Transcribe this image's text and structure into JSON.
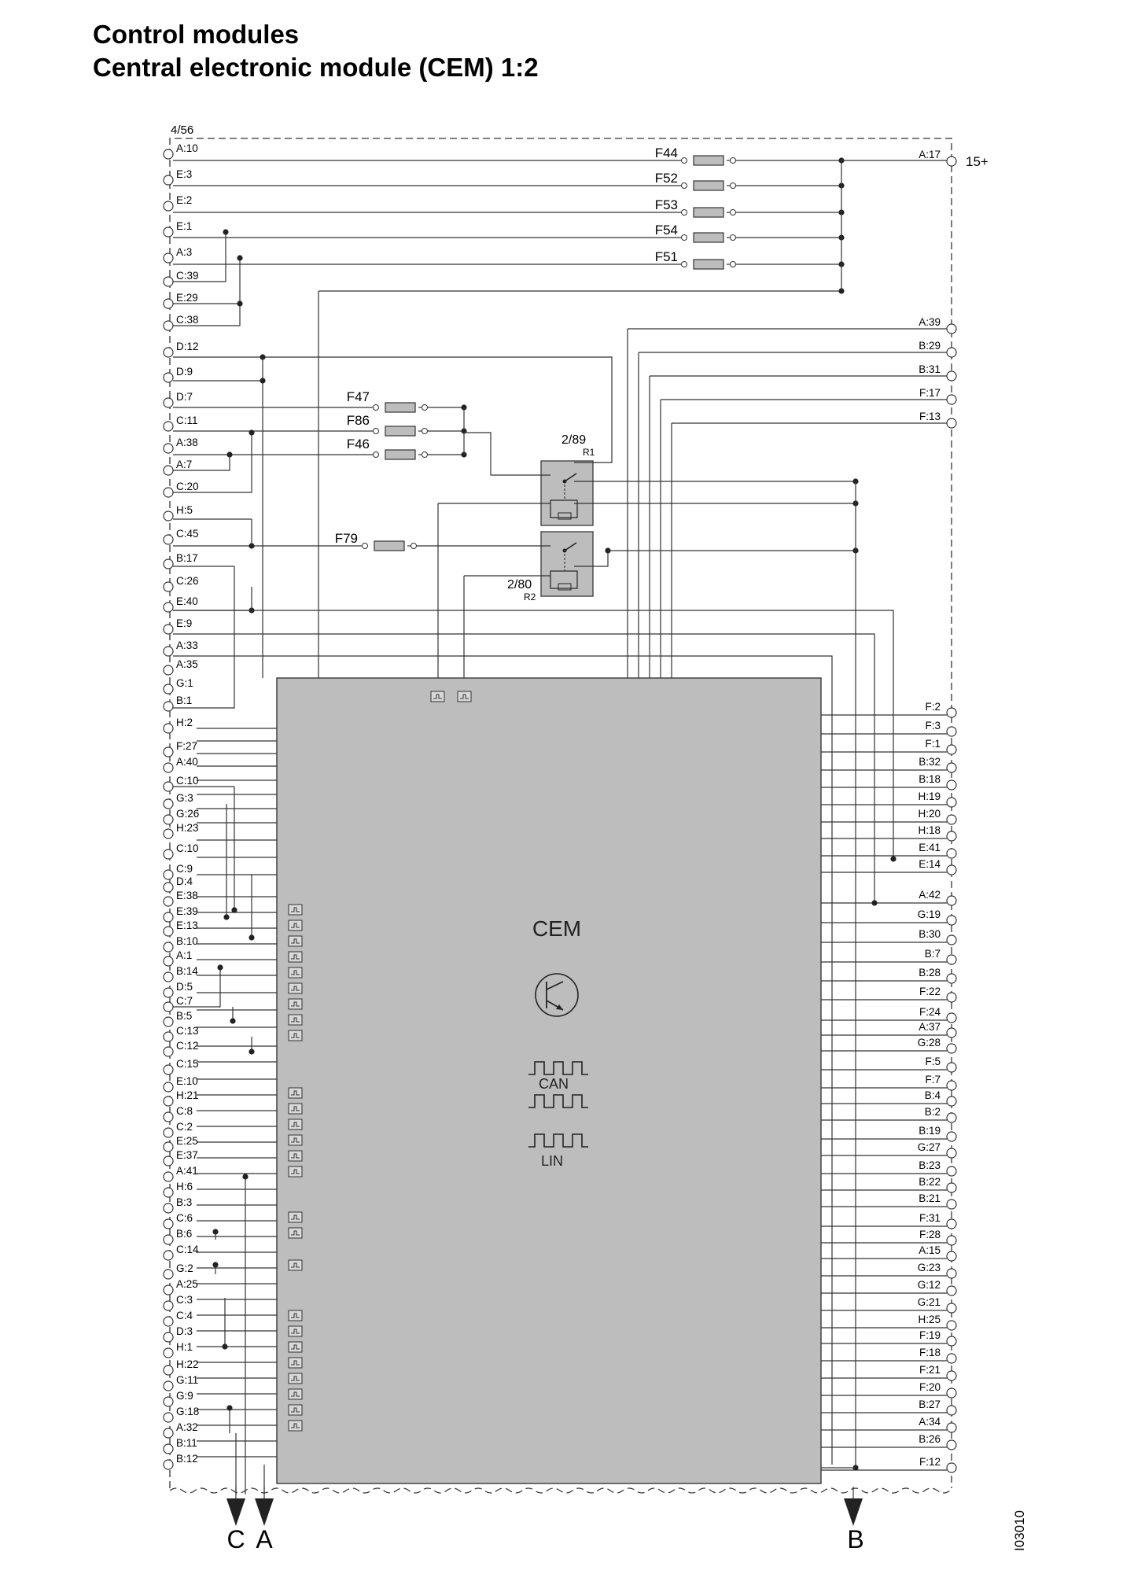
{
  "header": {
    "title": "Control modules",
    "subtitle": "Central electronic module (CEM) 1:2"
  },
  "connector": {
    "id": "4/56",
    "supply_label": "15+"
  },
  "module": {
    "name": "CEM",
    "bus_can": "CAN",
    "bus_lin": "LIN"
  },
  "relays": [
    {
      "id": "2/89",
      "ref": "R1"
    },
    {
      "id": "2/80",
      "ref": "R2"
    }
  ],
  "fuses_top": [
    "F44",
    "F52",
    "F53",
    "F54",
    "F51"
  ],
  "fuses_mid": [
    "F47",
    "F86",
    "F46"
  ],
  "fuse_single": "F79",
  "right_top_pins": [
    "A:17",
    "A:39",
    "B:29",
    "B:31",
    "F:17",
    "F:13"
  ],
  "left_pins": [
    "A:10",
    "E:3",
    "E:2",
    "E:1",
    "A:3",
    "C:39",
    "E:29",
    "C:38",
    "D:12",
    "D:9",
    "D:7",
    "C:11",
    "A:38",
    "A:7",
    "C:20",
    "H:5",
    "C:45",
    "B:17",
    "C:26",
    "E:40",
    "E:9",
    "A:33",
    "A:35",
    "G:1",
    "B:1",
    "H:2",
    "F:27",
    "A:40",
    "C:10",
    "G:3",
    "G:26",
    "H:23",
    "C:10",
    "C:9",
    "D:4",
    "E:38",
    "E:39",
    "E:13",
    "B:10",
    "A:1",
    "B:14",
    "D:5",
    "C:7",
    "B:5",
    "C:13",
    "C:12",
    "C:15",
    "E:10",
    "H:21",
    "C:8",
    "C:2",
    "E:25",
    "E:37",
    "A:41",
    "H:6",
    "B:3",
    "C:6",
    "B:6",
    "C:14",
    "G:2",
    "A:25",
    "C:3",
    "C:4",
    "D:3",
    "H:1",
    "H:22",
    "G:11",
    "G:9",
    "G:18",
    "A:32",
    "B:11",
    "B:12"
  ],
  "right_pins": [
    "F:2",
    "F:3",
    "F:1",
    "B:32",
    "B:18",
    "H:19",
    "H:20",
    "H:18",
    "E:41",
    "E:14",
    "A:42",
    "G:19",
    "B:30",
    "B:7",
    "B:28",
    "F:22",
    "F:24",
    "A:37",
    "G:28",
    "F:5",
    "F:7",
    "B:4",
    "B:2",
    "B:19",
    "G:27",
    "B:23",
    "B:22",
    "B:21",
    "F:31",
    "F:28",
    "A:15",
    "G:23",
    "G:12",
    "G:21",
    "H:25",
    "F:19",
    "F:18",
    "F:21",
    "F:20",
    "B:27",
    "A:34",
    "B:26",
    "F:12"
  ],
  "arrows": [
    "C",
    "A",
    "B"
  ],
  "figure_code": "I03010"
}
